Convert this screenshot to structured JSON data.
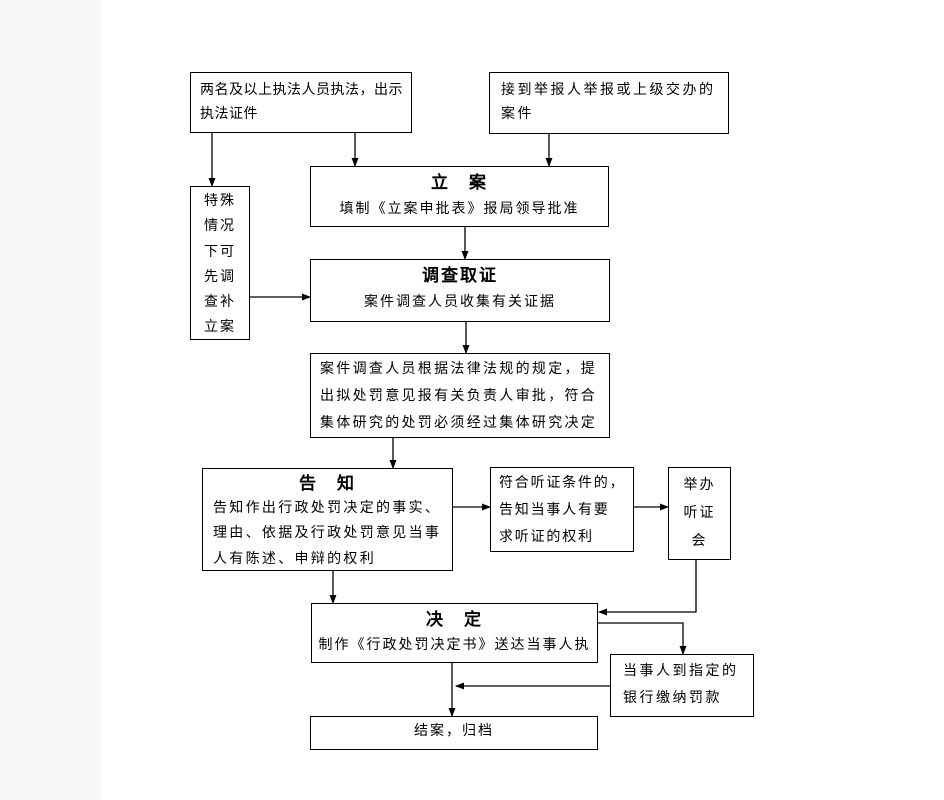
{
  "page": {
    "background_color": "#ffffff",
    "left_margin_color": "#f7f7f7",
    "line_color": "#000000"
  },
  "flowchart": {
    "boxes": {
      "law_enforcement": {
        "lines": [
          "两名及以上执法人员执法，出示",
          "执法证件"
        ]
      },
      "report": {
        "lines": [
          "接到举报人举报或上级交办的",
          "案件"
        ]
      },
      "special_case": {
        "lines": [
          "特殊",
          "情况",
          "下可",
          "先调",
          "查补",
          "立案"
        ]
      },
      "filing": {
        "title": "立　案",
        "subtitle": "填制《立案申批表》报局领导批准"
      },
      "investigation": {
        "title": "调查取证",
        "subtitle": "案件调查人员收集有关证据"
      },
      "review": {
        "lines": [
          "案件调查人员根据法律法规的规定，提",
          "出拟处罚意见报有关负责人审批，符合",
          "集体研究的处罚必须经过集体研究决定"
        ]
      },
      "notification": {
        "title": "告　知",
        "lines": [
          "告知作出行政处罚决定的事实、",
          "理由、依据及行政处罚意见当事",
          "人有陈述、申辩的权利"
        ]
      },
      "hearing_eligibility": {
        "lines": [
          "符合听证条件的，",
          "告知当事人有要",
          "求听证的权利"
        ]
      },
      "hold_hearing": {
        "lines": [
          "举办",
          "听证",
          "会"
        ]
      },
      "decision": {
        "title": "决　定",
        "subtitle": "制作《行政处罚决定书》送达当事人执"
      },
      "fine_payment": {
        "lines": [
          "当事人到指定的",
          "银行缴纳罚款"
        ]
      },
      "case_closed": {
        "text": "结案，归档"
      }
    }
  }
}
